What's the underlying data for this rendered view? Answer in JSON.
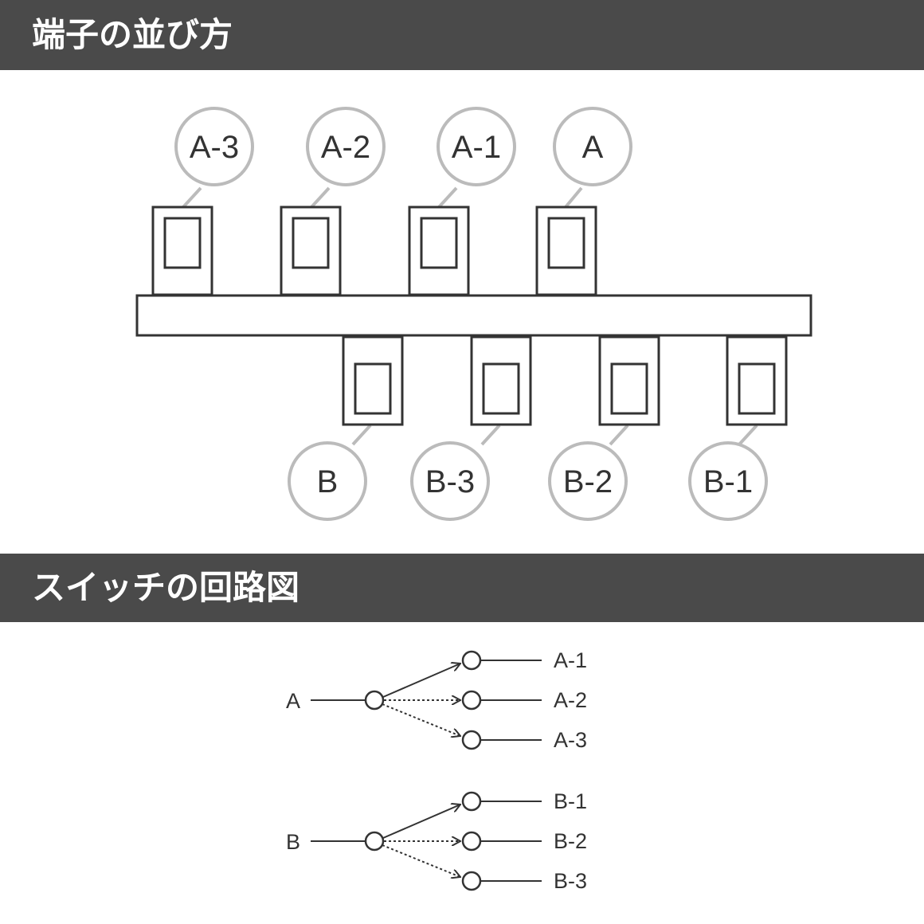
{
  "sections": {
    "arrangement_title": "端子の並び方",
    "circuit_title": "スイッチの回路図"
  },
  "terminals": {
    "top_labels": [
      "A-3",
      "A-2",
      "A-1",
      "A"
    ],
    "bottom_labels": [
      "B",
      "B-3",
      "B-2",
      "B-1"
    ]
  },
  "circuit": {
    "groups": [
      {
        "input": "A",
        "outputs": [
          "A-1",
          "A-2",
          "A-3"
        ]
      },
      {
        "input": "B",
        "outputs": [
          "B-1",
          "B-2",
          "B-3"
        ]
      }
    ]
  },
  "colors": {
    "header_bg": "#4a4a4a",
    "stroke": "#333333",
    "bubble": "#bbbbbb"
  }
}
